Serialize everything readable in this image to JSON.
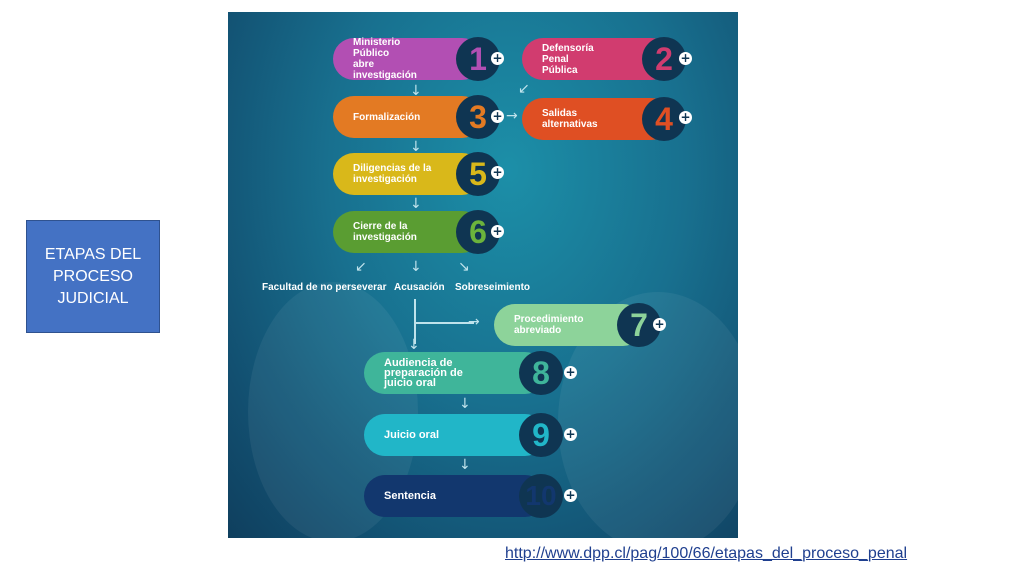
{
  "title_box": {
    "lines": [
      "ETAPAS DEL",
      "PROCESO",
      "JUDICIAL"
    ]
  },
  "stages": [
    {
      "number": "1",
      "label_lines": [
        "Ministerio Público",
        "abre investigación"
      ],
      "color": "#b24fb3",
      "number_color": "#b24fb3"
    },
    {
      "number": "2",
      "label_lines": [
        "Defensoría Penal",
        "Pública"
      ],
      "color": "#d13c6f",
      "number_color": "#d13c6f"
    },
    {
      "number": "3",
      "label_lines": [
        "Formalización"
      ],
      "color": "#e37a23",
      "number_color": "#e37a23"
    },
    {
      "number": "4",
      "label_lines": [
        "Salidas",
        "alternativas"
      ],
      "color": "#df4f23",
      "number_color": "#df4f23"
    },
    {
      "number": "5",
      "label_lines": [
        "Diligencias de la",
        "investigación"
      ],
      "color": "#d9b81a",
      "number_color": "#d9b81a"
    },
    {
      "number": "6",
      "label_lines": [
        "Cierre de la",
        "investigación"
      ],
      "color": "#5a9d32",
      "number_color": "#6bb33c"
    },
    {
      "number": "7",
      "label_lines": [
        "Procedimiento",
        "abreviado"
      ],
      "color": "#8dd39a",
      "number_color": "#8dd39a"
    },
    {
      "number": "8",
      "label_lines": [
        "Audiencia de",
        "preparación de",
        "juicio oral"
      ],
      "color": "#3fb59a",
      "number_color": "#3fb59a"
    },
    {
      "number": "9",
      "label_lines": [
        "Juicio oral"
      ],
      "color": "#21b6c8",
      "number_color": "#21b6c8"
    },
    {
      "number": "10",
      "label_lines": [
        "Sentencia"
      ],
      "color": "#12376e",
      "number_color": "#12376e"
    }
  ],
  "outcomes": [
    "Facultad de no perseverar",
    "Acusación",
    "Sobreseimiento"
  ],
  "plus_symbol": "+",
  "arrow_down": "↓",
  "arrow_right": "→",
  "arrow_down_left": "↙",
  "arrow_down_right": "↘",
  "source_url": "http://www.dpp.cl/pag/100/66/etapas_del_proceso_penal"
}
